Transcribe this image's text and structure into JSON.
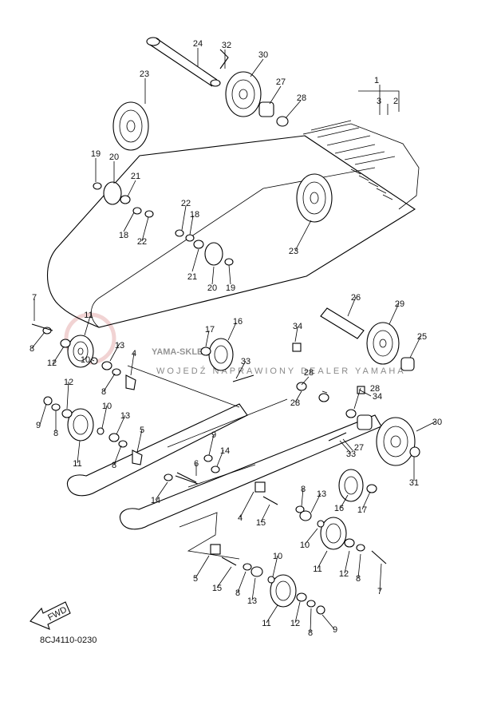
{
  "diagram": {
    "code": "8CJ4110-0230",
    "fwd_label": "FWD",
    "watermark": {
      "main": "YAMA-SKLEP.PL",
      "sub": "WOJEDŹ NAPRAWIONY DEALER YAMAHA"
    },
    "callouts": [
      {
        "id": "c1",
        "label": "1"
      },
      {
        "id": "c2",
        "label": "2"
      },
      {
        "id": "c3",
        "label": "3"
      },
      {
        "id": "c24",
        "label": "24"
      },
      {
        "id": "c32",
        "label": "32"
      },
      {
        "id": "c30a",
        "label": "30"
      },
      {
        "id": "c27a",
        "label": "27"
      },
      {
        "id": "c28a",
        "label": "28"
      },
      {
        "id": "c23a",
        "label": "23"
      },
      {
        "id": "c19a",
        "label": "19"
      },
      {
        "id": "c20a",
        "label": "20"
      },
      {
        "id": "c21a",
        "label": "21"
      },
      {
        "id": "c18a",
        "label": "18"
      },
      {
        "id": "c22a",
        "label": "22"
      },
      {
        "id": "c22b",
        "label": "22"
      },
      {
        "id": "c18b",
        "label": "18"
      },
      {
        "id": "c21b",
        "label": "21"
      },
      {
        "id": "c20b",
        "label": "20"
      },
      {
        "id": "c19b",
        "label": "19"
      },
      {
        "id": "c23b",
        "label": "23"
      },
      {
        "id": "c7a",
        "label": "7"
      },
      {
        "id": "c8a",
        "label": "8"
      },
      {
        "id": "c11a",
        "label": "11"
      },
      {
        "id": "c12a",
        "label": "12"
      },
      {
        "id": "c13a",
        "label": "13"
      },
      {
        "id": "c10a",
        "label": "10"
      },
      {
        "id": "c8b",
        "label": "8"
      },
      {
        "id": "c4a",
        "label": "4"
      },
      {
        "id": "c17a",
        "label": "17"
      },
      {
        "id": "c16a",
        "label": "16"
      },
      {
        "id": "c34a",
        "label": "34"
      },
      {
        "id": "c26",
        "label": "26"
      },
      {
        "id": "c29",
        "label": "29"
      },
      {
        "id": "c25",
        "label": "25"
      },
      {
        "id": "c33a",
        "label": "33"
      },
      {
        "id": "c28b",
        "label": "28"
      },
      {
        "id": "c28c",
        "label": "28"
      },
      {
        "id": "c34b",
        "label": "34"
      },
      {
        "id": "c28d",
        "label": "28"
      },
      {
        "id": "c30b",
        "label": "30"
      },
      {
        "id": "c27b",
        "label": "27"
      },
      {
        "id": "c33b",
        "label": "33"
      },
      {
        "id": "c31",
        "label": "31"
      },
      {
        "id": "c9a",
        "label": "9"
      },
      {
        "id": "c8c",
        "label": "8"
      },
      {
        "id": "c12b",
        "label": "12"
      },
      {
        "id": "c11b",
        "label": "11"
      },
      {
        "id": "c10b",
        "label": "10"
      },
      {
        "id": "c13b",
        "label": "13"
      },
      {
        "id": "c8d",
        "label": "8"
      },
      {
        "id": "c5a",
        "label": "5"
      },
      {
        "id": "c9b",
        "label": "9"
      },
      {
        "id": "c14a",
        "label": "14"
      },
      {
        "id": "c6",
        "label": "6"
      },
      {
        "id": "c14b",
        "label": "14"
      },
      {
        "id": "c8e",
        "label": "8"
      },
      {
        "id": "c13c",
        "label": "13"
      },
      {
        "id": "c16b",
        "label": "16"
      },
      {
        "id": "c17b",
        "label": "17"
      },
      {
        "id": "c4b",
        "label": "4"
      },
      {
        "id": "c15a",
        "label": "15"
      },
      {
        "id": "c10c",
        "label": "10"
      },
      {
        "id": "c11c",
        "label": "11"
      },
      {
        "id": "c12c",
        "label": "12"
      },
      {
        "id": "c8f",
        "label": "8"
      },
      {
        "id": "c7b",
        "label": "7"
      },
      {
        "id": "c10d",
        "label": "10"
      },
      {
        "id": "c5b",
        "label": "5"
      },
      {
        "id": "c15b",
        "label": "15"
      },
      {
        "id": "c8g",
        "label": "8"
      },
      {
        "id": "c13d",
        "label": "13"
      },
      {
        "id": "c11d",
        "label": "11"
      },
      {
        "id": "c12d",
        "label": "12"
      },
      {
        "id": "c8h",
        "label": "8"
      },
      {
        "id": "c9c",
        "label": "9"
      }
    ]
  }
}
